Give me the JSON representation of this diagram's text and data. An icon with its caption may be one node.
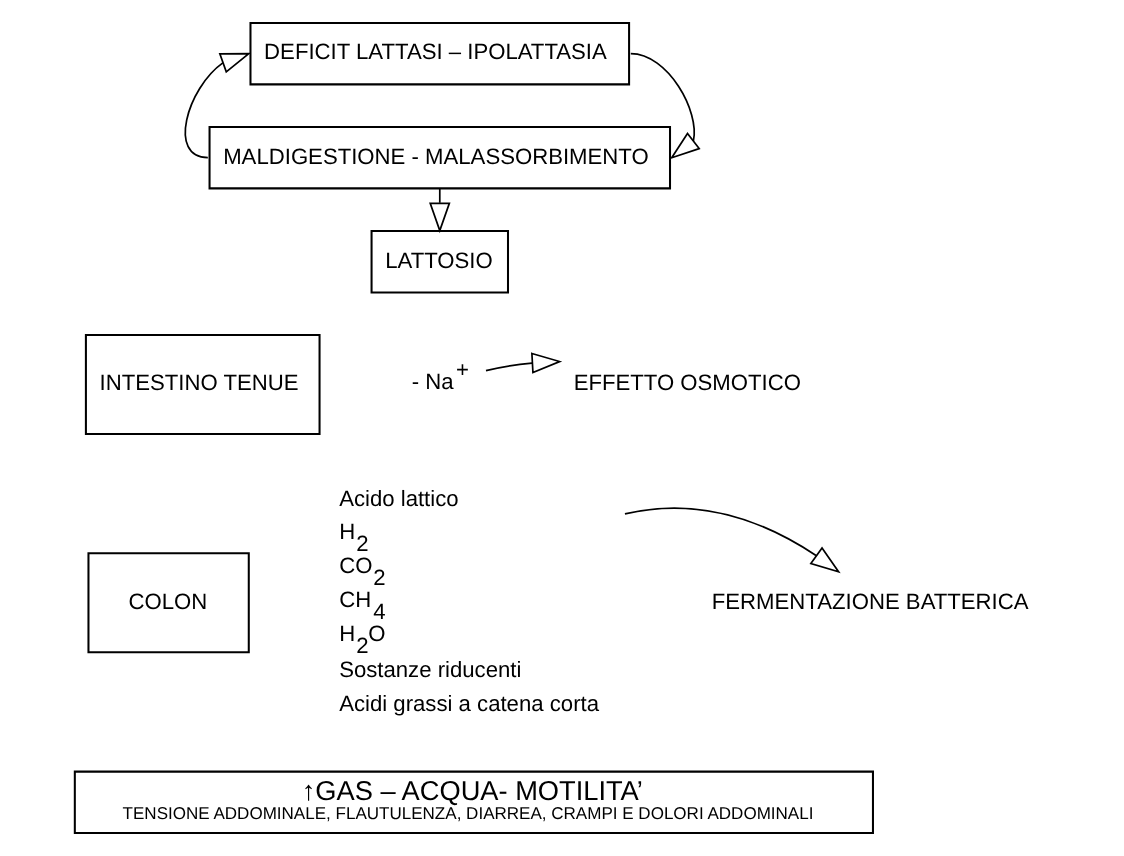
{
  "diagram": {
    "nodes": [
      {
        "text": [
          "DEFICIT LATTASI – IPOLATTASIA"
        ]
      },
      {
        "text": [
          "MALDIGESTIONE - MALASSORBIMENTO"
        ]
      },
      {
        "text": [
          "LATTOSIO"
        ]
      },
      {
        "text": [
          "INTESTINO TENUE"
        ]
      },
      {
        "text": [
          "- Na$^{+}$"
        ]
      },
      {
        "text": [
          "EFFETTO OSMOTICO"
        ]
      },
      {
        "text": [
          "COLON"
        ]
      },
      {
        "text": [
          "Acido lattico",
          "H$_{2}$",
          "CO$_{2}$",
          "CH$_{4}$",
          "H$_{2}$O",
          "Sostanze riducenti",
          "Acidi grassi a catena corta"
        ]
      },
      {
        "text": [
          "FERMENTAZIONE BATTERICA"
        ]
      },
      {
        "text": [
          "↑GAS – ACQUA- MOTILITA’",
          "TENSIONE ADDOMINALE, FLAUTULENZA, DIARREA, CRAMPI E DOLORI ADDOMINALI"
        ]
      }
    ],
    "edges": [
      {
        "from": 0,
        "to": 1,
        "arrow": "to"
      },
      {
        "from": 1,
        "to": 0,
        "arrow": "to"
      },
      {
        "from": 1,
        "to": 2,
        "arrow": "to"
      },
      {
        "from": 4,
        "to": 5,
        "arrow": "to"
      },
      {
        "from": 7,
        "to": 8,
        "arrow": "to"
      }
    ]
  }
}
